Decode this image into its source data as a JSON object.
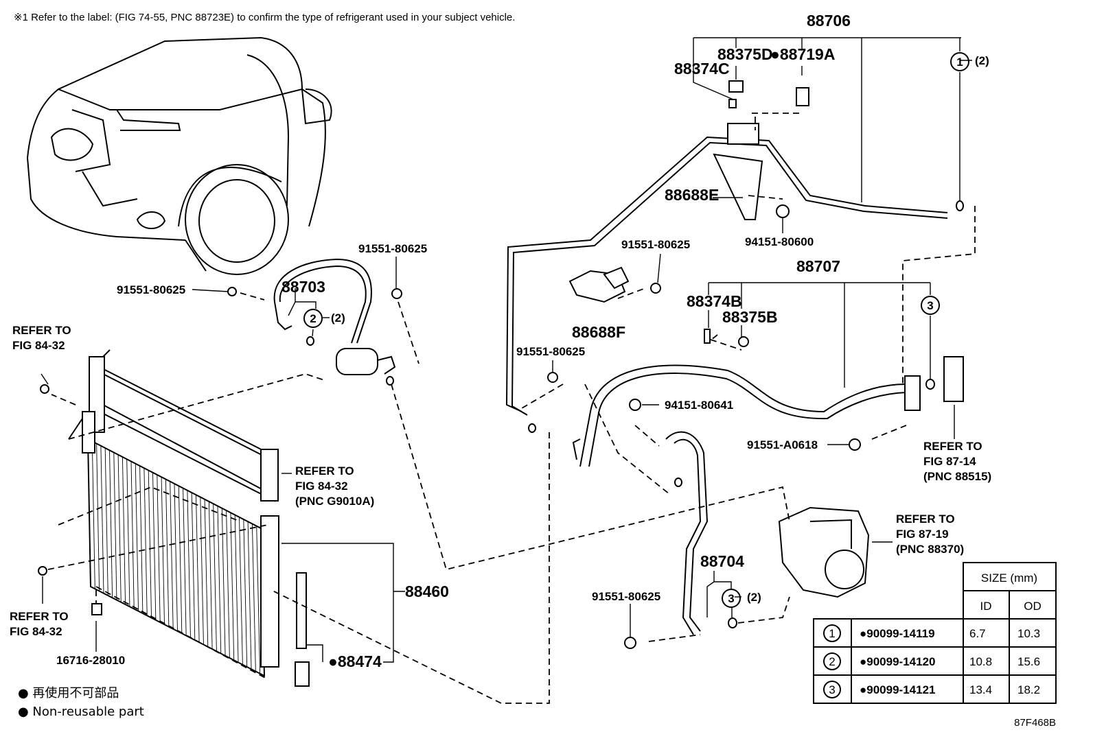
{
  "header_note": "※1 Refer to the label: (FIG 74-55, PNC 88723E) to confirm the type of refrigerant used in your subject vehicle.",
  "diagram_code": "87F468B",
  "labels": {
    "p88706": "88706",
    "p88375D": "88375D",
    "p88719A": "●88719A",
    "p88374C": "88374C",
    "p88688E": "88688E",
    "p94151_80600": "94151-80600",
    "p91551_a": "91551-80625",
    "p91551_b": "91551-80625",
    "p91551_c": "91551-80625",
    "p91551_d": "91551-80625",
    "p91551_e": "91551-80625",
    "p88703": "88703",
    "p88688F": "88688F",
    "p88707": "88707",
    "p88374B": "88374B",
    "p88375B": "88375B",
    "p94151_80641": "94151-80641",
    "p91551_A0618": "91551-A0618",
    "p88704": "88704",
    "p88460": "88460",
    "p88474": "●88474",
    "p16716": "16716-28010",
    "ring2a": "2",
    "ring1": "1",
    "ring3a": "3",
    "ring3b": "3",
    "qty1": "(2)",
    "qty2": "(2)",
    "qty3": "(2)"
  },
  "refer": {
    "fig84_32_top": [
      "REFER TO",
      "FIG 84-32"
    ],
    "fig84_32_bottom": [
      "REFER TO",
      "FIG 84-32"
    ],
    "fig84_32_mid": [
      "REFER TO",
      "FIG 84-32",
      "(PNC G9010A)"
    ],
    "fig87_14": [
      "REFER TO",
      "FIG 87-14",
      "(PNC 88515)"
    ],
    "fig87_19": [
      "REFER TO",
      "FIG 87-19",
      "(PNC 88370)"
    ]
  },
  "legend": {
    "japanese": "● 再使用不可部品",
    "english": "● Non-reusable part"
  },
  "size_table": {
    "header": "SIZE (mm)",
    "col_id": "ID",
    "col_od": "OD",
    "rows": [
      {
        "ring": "1",
        "part": "●90099-14119",
        "id": "6.7",
        "od": "10.3"
      },
      {
        "ring": "2",
        "part": "●90099-14120",
        "id": "10.8",
        "od": "15.6"
      },
      {
        "ring": "3",
        "part": "●90099-14121",
        "id": "13.4",
        "od": "18.2"
      }
    ]
  }
}
